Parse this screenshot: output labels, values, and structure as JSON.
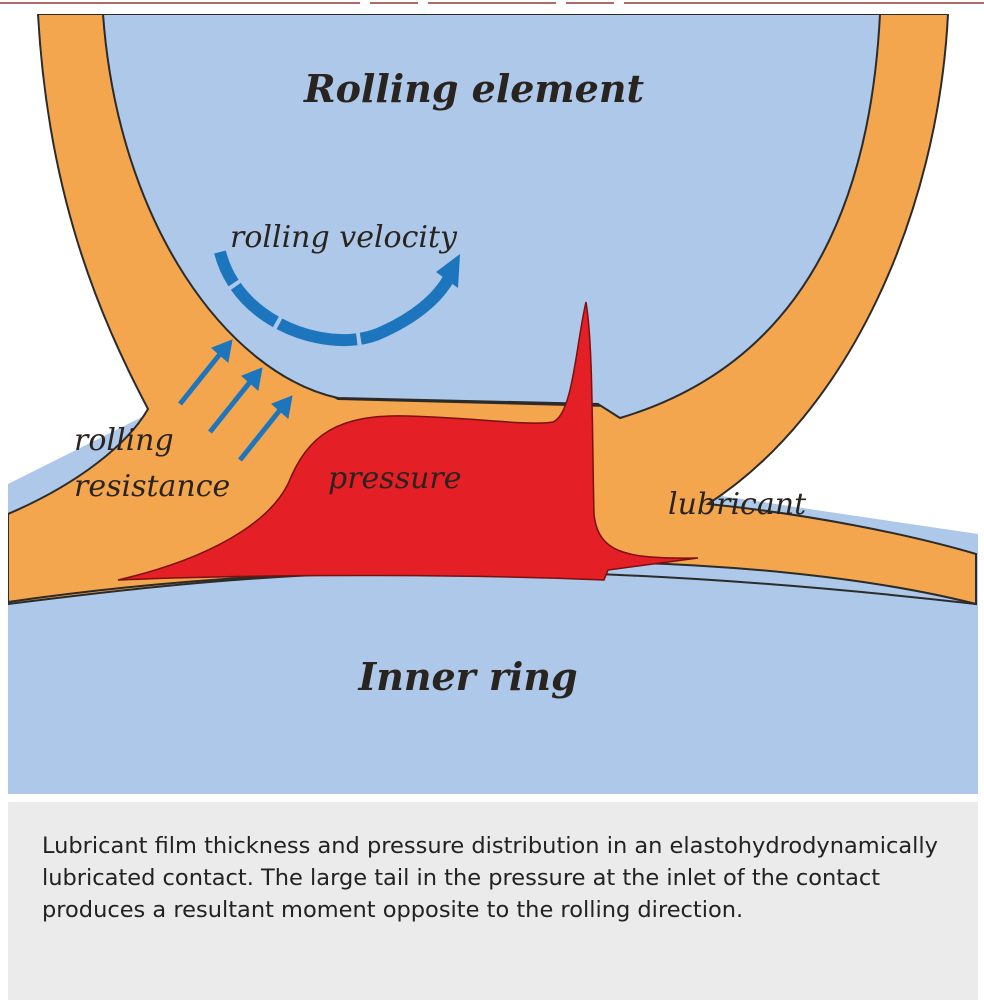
{
  "diagram": {
    "labels": {
      "rolling_element": "Rolling element",
      "inner_ring": "Inner ring",
      "rolling_velocity": "rolling velocity",
      "rolling_resistance_line1": "rolling",
      "rolling_resistance_line2": "resistance",
      "pressure": "pressure",
      "lubricant": "lubricant"
    },
    "icons": {
      "velocity_arrow": "curved-arrow-icon",
      "resistance_arrows": "straight-arrow-icon"
    },
    "colors": {
      "steel": "#adc8e8",
      "lubricant": "#f4a64f",
      "pressure": "#e41f26",
      "arrow": "#1d76bd",
      "outline": "#2b2b2b"
    }
  },
  "caption": {
    "text": "Lubricant film thickness and pressure distribution in an elastohydrodynamically lubricated contact. The large tail in the pressure at the inlet of the contact produces a resultant moment opposite to the rolling direction."
  }
}
